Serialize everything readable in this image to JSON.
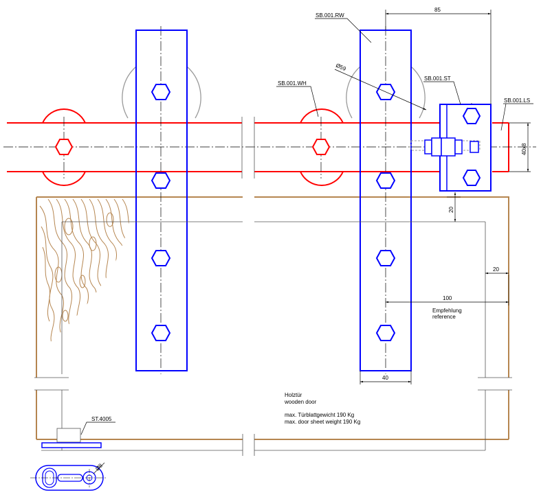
{
  "labels": {
    "rw": "SB.001.RW",
    "wh": "SB.001.WH",
    "st": "SB.001.ST",
    "ls": "SB.001.LS",
    "st4005": "ST.4005",
    "dia59": "Ø59",
    "dia8": "Ø8"
  },
  "dimensions": {
    "d85": "85",
    "d40x8": "40x8",
    "d20_top": "20",
    "d20_right": "20",
    "d100": "100",
    "d40": "40"
  },
  "notes": {
    "empfehlung": "Empfehlung",
    "reference": "reference",
    "holztuer": "Holztür",
    "wooden_door": "wooden door",
    "max_de": "max. Türblattgewicht 190 Kg",
    "max_en": "max. door sheet weight 190 Kg"
  },
  "colors": {
    "rail": "#ff0000",
    "hanger": "#0000ff",
    "door": "#b5854f",
    "line": "#000000",
    "wheel": "#999999"
  }
}
